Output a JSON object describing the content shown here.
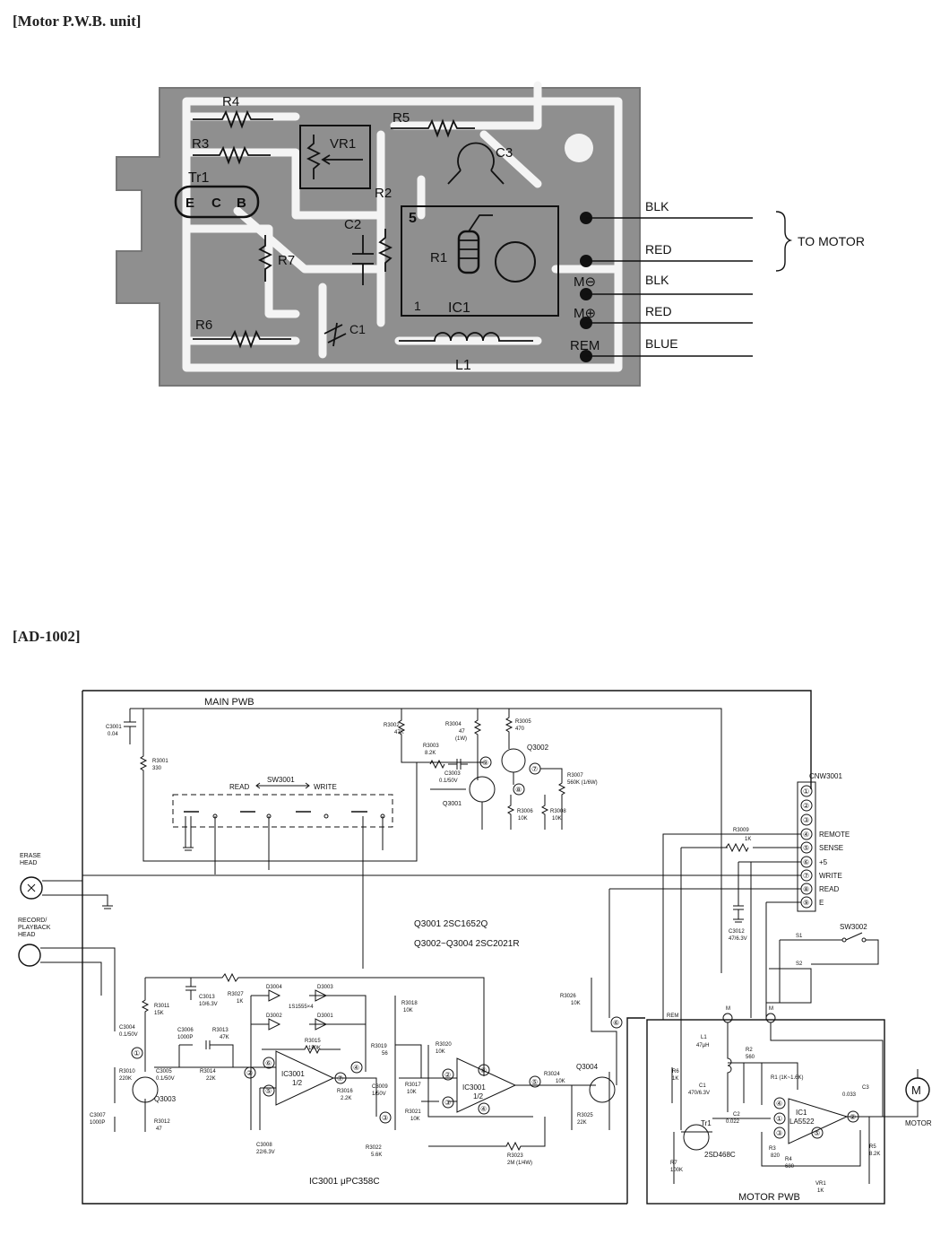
{
  "titles": {
    "pwb": "[Motor P.W.B. unit]",
    "schematic": "[AD-1002]"
  },
  "pwb": {
    "components": {
      "r4": "R4",
      "r3": "R3",
      "r5": "R5",
      "vr1": "VR1",
      "c3": "C3",
      "tr1": "Tr1",
      "e": "E",
      "c": "C",
      "b": "B",
      "r2": "R2",
      "c2": "C2",
      "r7": "R7",
      "r1": "R1",
      "ic1": "IC1",
      "pin5": "5",
      "pin1": "1",
      "r6": "R6",
      "c1": "C1",
      "l1": "L1"
    },
    "terminals": {
      "m_minus": "M⊖",
      "m_plus": "M⊕",
      "rem": "REM"
    },
    "wires": {
      "w1": "BLK",
      "w2": "RED",
      "w3": "BLK",
      "w4": "RED",
      "w5": "BLUE"
    },
    "to_motor": "TO MOTOR"
  },
  "schematic": {
    "main_pwb": "MAIN PWB",
    "motor_pwb": "MOTOR PWB",
    "sw3001": {
      "name": "SW3001",
      "read": "READ",
      "write": "WRITE"
    },
    "erase_head": [
      "ERASE",
      "HEAD"
    ],
    "rp_head": [
      "RECORD/",
      "PLAYBACK",
      "HEAD"
    ],
    "transistor_note": [
      "Q3001  2SC1652Q",
      "Q3002~Q3004  2SC2021R"
    ],
    "ic_note": "IC3001  μPC358C",
    "connector": {
      "name": "CNW3001",
      "pins": [
        {
          "n": "①",
          "l": ""
        },
        {
          "n": "②",
          "l": ""
        },
        {
          "n": "③",
          "l": ""
        },
        {
          "n": "④",
          "l": "REMOTE"
        },
        {
          "n": "⑤",
          "l": "SENSE"
        },
        {
          "n": "⑥",
          "l": "+5"
        },
        {
          "n": "⑦",
          "l": "WRITE"
        },
        {
          "n": "⑧",
          "l": "READ"
        },
        {
          "n": "⑨",
          "l": "E"
        }
      ]
    },
    "sw3002": {
      "name": "SW3002",
      "s1": "S1",
      "s2": "S2"
    },
    "parts": {
      "c3001": [
        "C3001",
        "0.04"
      ],
      "r3001": [
        "R3001",
        "330"
      ],
      "r3002": [
        "R3002",
        "47K"
      ],
      "r3003": [
        "R3003",
        "8.2K"
      ],
      "r3004": [
        "R3004",
        "47",
        "(1W)"
      ],
      "r3005": [
        "R3005",
        "470"
      ],
      "q3002": "Q3002",
      "c3003": [
        "C3003",
        "0.1/50V"
      ],
      "r3007": [
        "R3007",
        "560K (1/6W)"
      ],
      "q3001": "Q3001",
      "r3006": [
        "R3006",
        "10K"
      ],
      "r3008": [
        "R3008",
        "10K"
      ],
      "r3009": [
        "R3009",
        "1K"
      ],
      "c3012": [
        "C3012",
        "47/6.3V"
      ],
      "r3027": [
        "R3027",
        "1K"
      ],
      "c3013": [
        "C3013",
        "10/6.3V"
      ],
      "d3004": "D3004",
      "d3003": "D3003",
      "diodes": "1S1555×4",
      "d3002": "D3002",
      "d3001": "D3001",
      "r3011": [
        "R3011",
        "15K"
      ],
      "c3004": [
        "C3004",
        "0.1/50V"
      ],
      "c3006": [
        "C3006",
        "1000P"
      ],
      "r3013": [
        "R3013",
        "47K"
      ],
      "r3015": [
        "R3015",
        "150K"
      ],
      "r3018": [
        "R3018",
        "10K"
      ],
      "r3019": [
        "R3019",
        "56"
      ],
      "r3020": [
        "R3020",
        "10K"
      ],
      "r3026": [
        "R3026",
        "10K"
      ],
      "r3010": [
        "R3010",
        "220K"
      ],
      "c3005": [
        "C3005",
        "0.1/50V"
      ],
      "r3014": [
        "R3014",
        "22K"
      ],
      "q3003": "Q3003",
      "ic_a": [
        "IC3001",
        "1/2"
      ],
      "ic_b": [
        "IC3001",
        "1/2"
      ],
      "r3016": [
        "R3016",
        "2.2K"
      ],
      "c3009": [
        "C3009",
        "1/50V"
      ],
      "r3017": [
        "R3017",
        "10K"
      ],
      "r3021": [
        "R3021",
        "10K"
      ],
      "r3024": [
        "R3024",
        "10K"
      ],
      "q3004": "Q3004",
      "r3025": [
        "R3025",
        "22K"
      ],
      "c3007": [
        "C3007",
        "1000P"
      ],
      "r3012": [
        "R3012",
        "47"
      ],
      "c3008": [
        "C3008",
        "22/6.3V"
      ],
      "r3022": [
        "R3022",
        "5.6K"
      ],
      "r3023": [
        "R3023",
        "2M (1/4W)"
      ],
      "rem": "REM",
      "mp": "M",
      "mm": "M",
      "l1": [
        "L1",
        "47μH"
      ],
      "r2": [
        "R2",
        "560"
      ],
      "r1": "R1 (1K~1.6K)",
      "r6": [
        "R6",
        "1K"
      ],
      "c1": [
        "C1",
        "470/6.3V"
      ],
      "c2": [
        "C2",
        "0.022"
      ],
      "c3": [
        "C3",
        "0.033"
      ],
      "ic1": [
        "IC1",
        "LA5522"
      ],
      "tr1": "Tr1",
      "tr1type": "2SD468C",
      "r7": [
        "R7",
        "100K"
      ],
      "r3": [
        "R3",
        "820"
      ],
      "r4": [
        "R4",
        "680"
      ],
      "vr1": [
        "VR1",
        "1K"
      ],
      "r5": [
        "R5",
        "8.2K"
      ],
      "motor": "MOTOR",
      "motor_sym": "M"
    },
    "nodes": {
      "n1": "①",
      "n2": "②",
      "n3": "③",
      "n4": "④",
      "n5": "⑤",
      "n6": "⑥",
      "n7": "⑦",
      "n8": "⑧",
      "n9": "⑨",
      "p2": "②",
      "p4": "④",
      "p1": "①",
      "p3": "③",
      "p5": "⑤"
    }
  }
}
